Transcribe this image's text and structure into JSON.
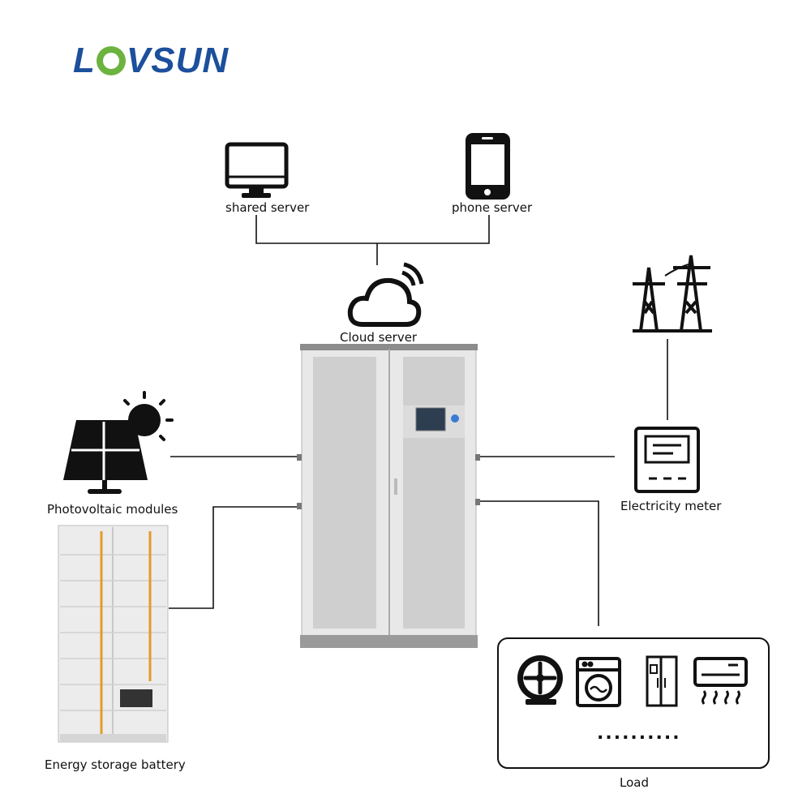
{
  "brand": {
    "name_part1": "L",
    "name_part2": "VSUN",
    "accent": "#6cb33f",
    "primary": "#1c4f9c"
  },
  "nodes": {
    "shared_server": "shared server",
    "phone_server": "phone server",
    "cloud_server": "Cloud  server",
    "pv_modules": "Photovoltaic modules",
    "battery": "Energy storage battery",
    "electricity_meter": "Electricity meter",
    "load": "Load"
  },
  "icons": {
    "monitor": "monitor-icon",
    "phone": "phone-icon",
    "cloud": "cloud-wifi-icon",
    "solar": "solar-panel-icon",
    "tower": "power-tower-icon",
    "meter": "meter-icon",
    "fan": "fan-icon",
    "washer": "washing-machine-icon",
    "fridge": "fridge-icon",
    "ac": "air-conditioner-icon"
  },
  "load_more": "..........",
  "colors": {
    "line": "#111111",
    "cabinet": "#e6e6e6",
    "cabinet_dark": "#9a9a9a",
    "battery_orange": "#e39b2a"
  }
}
